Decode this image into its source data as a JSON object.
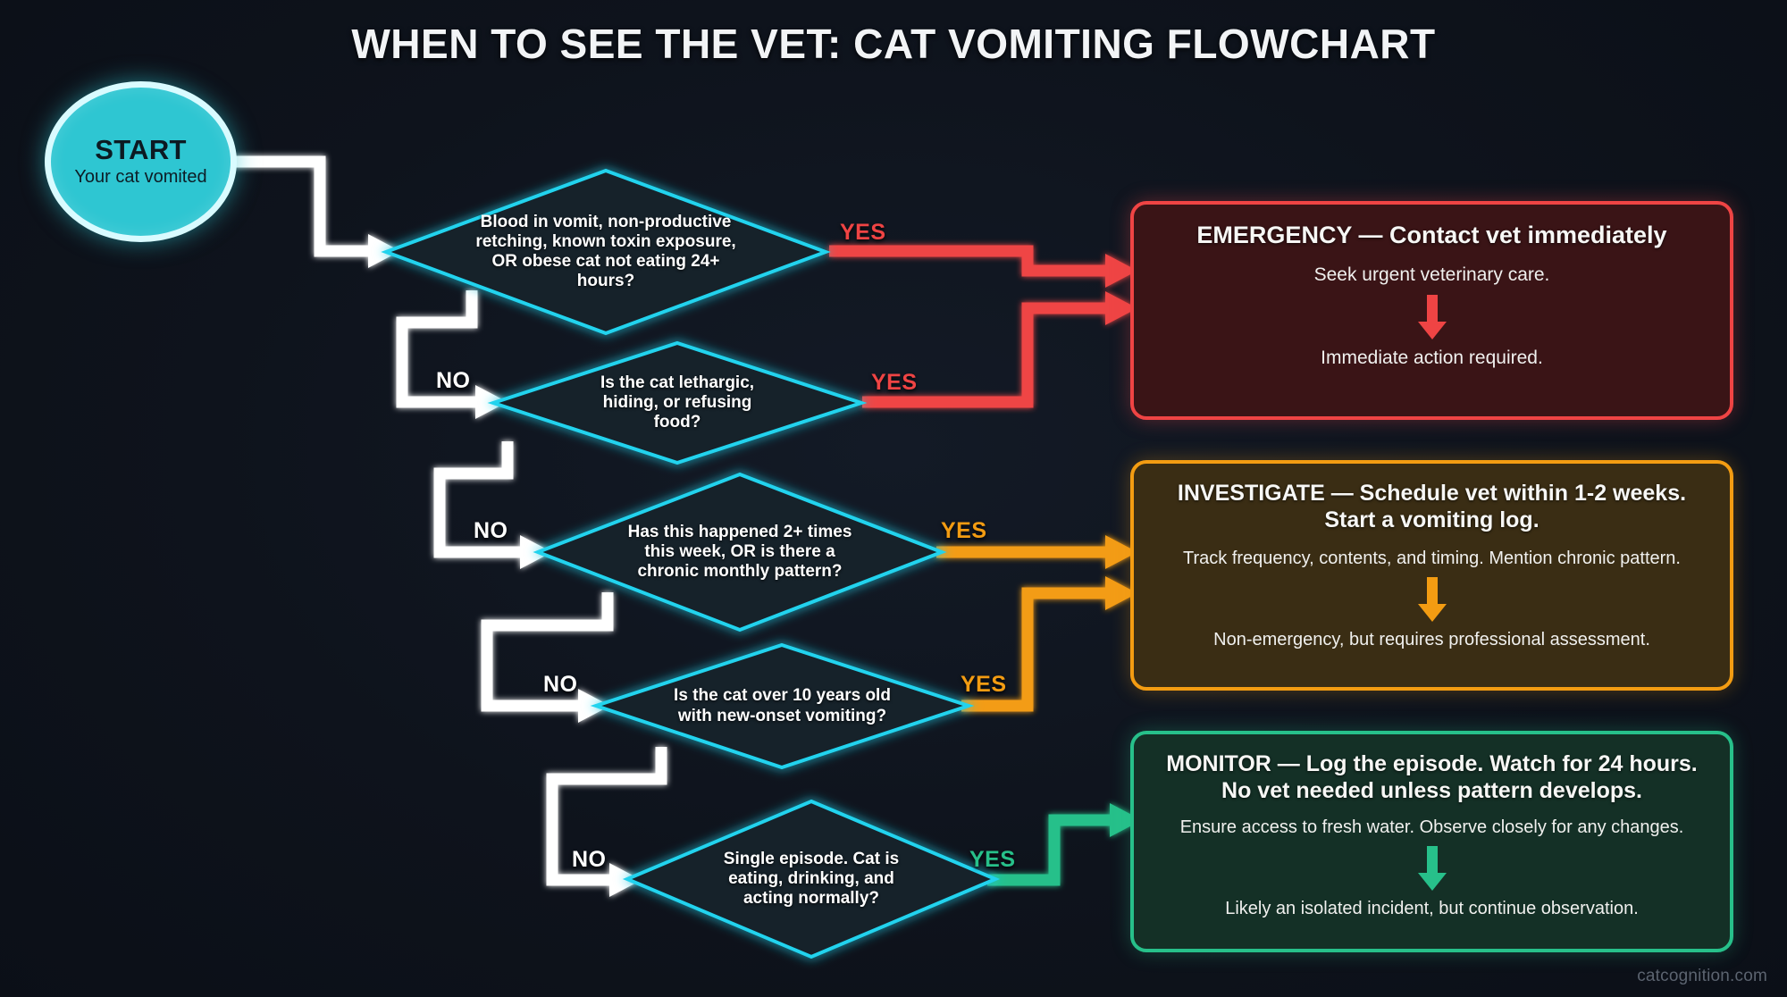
{
  "page": {
    "title": "WHEN TO SEE THE VET: CAT VOMITING FLOWCHART",
    "watermark": "catcognition.com",
    "background_color": "#0e131c"
  },
  "colors": {
    "node_accent": "#22d3ee",
    "start_fill": "#2ec6d2",
    "start_border": "#d9fbff",
    "emergency": "#ef4444",
    "investigate": "#f39c12",
    "monitor": "#27c08a",
    "no_path": "#ffffff"
  },
  "start": {
    "label": "START",
    "sublabel": "Your cat vomited"
  },
  "decisions": [
    {
      "id": "d1",
      "text": "Blood in vomit, non-productive retching, known toxin exposure, OR obese cat not eating 24+ hours?",
      "yes_label": "YES",
      "yes_color": "#ef4444",
      "no_label": "NO",
      "no_color": "#ffffff"
    },
    {
      "id": "d2",
      "text": "Is the cat lethargic, hiding, or refusing food?",
      "yes_label": "YES",
      "yes_color": "#ef4444",
      "no_label": "NO",
      "no_color": "#ffffff"
    },
    {
      "id": "d3",
      "text": "Has this happened 2+ times this week, OR is there a chronic monthly pattern?",
      "yes_label": "YES",
      "yes_color": "#f39c12",
      "no_label": "NO",
      "no_color": "#ffffff"
    },
    {
      "id": "d4",
      "text": "Is the cat over 10 years old with new-onset vomiting?",
      "yes_label": "YES",
      "yes_color": "#f39c12",
      "no_label": "NO",
      "no_color": "#ffffff"
    },
    {
      "id": "d5",
      "text": "Single episode. Cat is eating, drinking, and acting normally?",
      "yes_label": "YES",
      "yes_color": "#27c08a",
      "no_label": "NO",
      "no_color": "#ffffff"
    }
  ],
  "outcomes": [
    {
      "id": "emergency",
      "heading": "EMERGENCY — Contact vet immediately",
      "sub": "Seek urgent veterinary care.",
      "foot": "Immediate action required.",
      "border_color": "#ef4444",
      "fill_color": "#3a1416",
      "arrow_color": "#ef4444"
    },
    {
      "id": "investigate",
      "heading": "INVESTIGATE — Schedule vet within 1-2 weeks. Start a vomiting log.",
      "sub": "Track frequency, contents, and timing. Mention chronic pattern.",
      "foot": "Non-emergency, but requires professional assessment.",
      "border_color": "#f39c12",
      "fill_color": "#3a2d14",
      "arrow_color": "#f39c12"
    },
    {
      "id": "monitor",
      "heading": "MONITOR — Log the episode. Watch for 24 hours. No vet needed unless pattern develops.",
      "sub": "Ensure access to fresh water. Observe closely for any changes.",
      "foot": "Likely an isolated incident, but continue observation.",
      "border_color": "#27c08a",
      "fill_color": "#143026",
      "arrow_color": "#27c08a"
    }
  ]
}
